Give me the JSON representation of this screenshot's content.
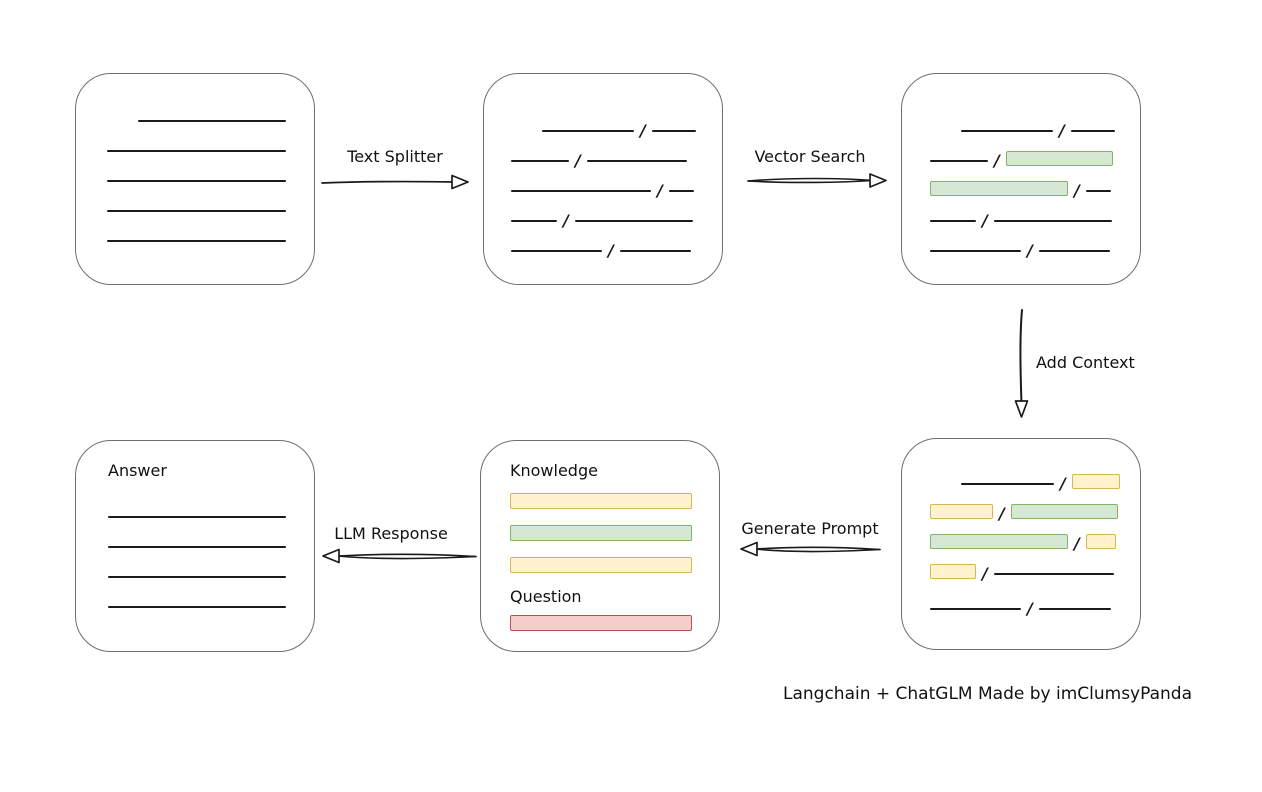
{
  "caption": "Langchain + ChatGLM Made by imClumsyPanda",
  "slash": "/",
  "connectors": {
    "text_splitter": {
      "label": "Text Splitter",
      "direction": "right"
    },
    "vector_search": {
      "label": "Vector Search",
      "direction": "right"
    },
    "add_context": {
      "label": "Add Context",
      "direction": "down"
    },
    "generate_prompt": {
      "label": "Generate Prompt",
      "direction": "left"
    },
    "llm_response": {
      "label": "LLM Response",
      "direction": "left"
    }
  },
  "nodes": {
    "source_document": {
      "text_lines": 5
    },
    "split_chunks": {
      "rows": 5
    },
    "vector_matches": {
      "rows": 5,
      "green_chunk_rows": [
        2,
        3
      ]
    },
    "context_chunks": {
      "rows": 5,
      "green_chunk_rows": [
        2,
        3
      ],
      "yellow_chunk_rows": [
        1,
        2,
        3,
        4
      ]
    },
    "prompt": {
      "knowledge_label": "Knowledge",
      "question_label": "Question",
      "knowledge_bar_colors": [
        "yellow",
        "green",
        "yellow"
      ],
      "question_bar_color": "red"
    },
    "answer": {
      "label": "Answer",
      "text_lines": 4
    }
  },
  "colors": {
    "green_fill": "#d5e8d4",
    "green_border": "#82b366",
    "yellow_fill": "#fff2cc",
    "yellow_border": "#d6b656",
    "red_fill": "#f8cecc",
    "red_border": "#b85450",
    "box_border": "#6e6e6e",
    "stroke": "#1a1a1a",
    "background": "#ffffff"
  }
}
